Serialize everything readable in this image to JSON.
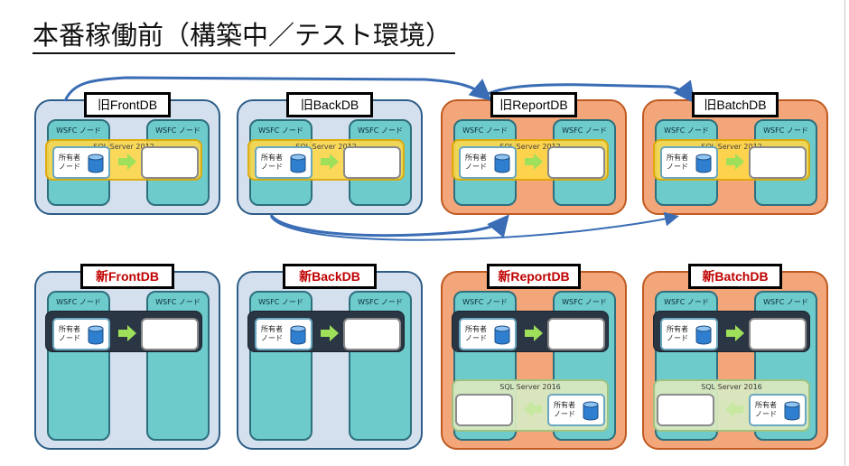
{
  "title": "本番稼働前（構築中／テスト環境）",
  "clusters": [
    {
      "id": "old-front",
      "label": "旧FrontDB",
      "bg": "blue",
      "is_new": false,
      "sql_version": "SQL Server 2012",
      "sql_style": "yellow",
      "arrow_dir": "right",
      "extra_sql": null
    },
    {
      "id": "old-back",
      "label": "旧BackDB",
      "bg": "blue",
      "is_new": false,
      "sql_version": "SQL Server 2012",
      "sql_style": "yellow",
      "arrow_dir": "right",
      "extra_sql": null
    },
    {
      "id": "old-report",
      "label": "旧ReportDB",
      "bg": "orange",
      "is_new": false,
      "sql_version": "SQL Server 2012",
      "sql_style": "yellow",
      "arrow_dir": "right",
      "extra_sql": null
    },
    {
      "id": "old-batch",
      "label": "旧BatchDB",
      "bg": "orange",
      "is_new": false,
      "sql_version": "SQL Server 2012",
      "sql_style": "yellow",
      "arrow_dir": "right",
      "extra_sql": null
    },
    {
      "id": "new-front",
      "label": "新FrontDB",
      "bg": "blue",
      "is_new": true,
      "sql_version": "",
      "sql_style": "dark",
      "arrow_dir": "right",
      "extra_sql": null
    },
    {
      "id": "new-back",
      "label": "新BackDB",
      "bg": "blue",
      "is_new": true,
      "sql_version": "",
      "sql_style": "dark",
      "arrow_dir": "right",
      "extra_sql": null
    },
    {
      "id": "new-report",
      "label": "新ReportDB",
      "bg": "orange",
      "is_new": true,
      "sql_version": "",
      "sql_style": "dark",
      "arrow_dir": "right",
      "extra_sql": {
        "version": "SQL Server 2016",
        "arrow_dir": "left"
      }
    },
    {
      "id": "new-batch",
      "label": "新BatchDB",
      "bg": "orange",
      "is_new": true,
      "sql_version": "",
      "sql_style": "dark",
      "arrow_dir": "right",
      "extra_sql": {
        "version": "SQL Server 2016",
        "arrow_dir": "left"
      }
    }
  ],
  "node_header": "WSFC ノード",
  "owner_node_label": "所有者\nノード",
  "colors": {
    "blue_bg": "#d5e0ef",
    "orange_bg": "#f2a67a",
    "node": "#6ecbcb",
    "sql_2012": "#ffd84a",
    "sql_2016": "#d8e9c0",
    "new_label": "#c00000",
    "flow_arrow": "#3a6db5"
  }
}
